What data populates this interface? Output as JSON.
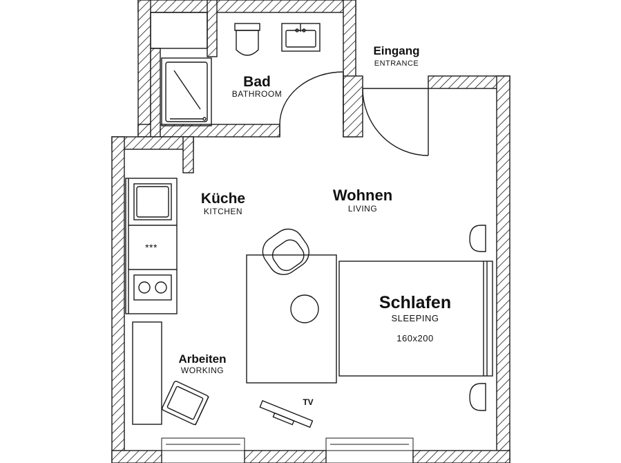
{
  "rooms": {
    "bathroom": {
      "title": "Bad",
      "subtitle": "BATHROOM"
    },
    "entrance": {
      "title": "Eingang",
      "subtitle": "ENTRANCE"
    },
    "kitchen": {
      "title": "Küche",
      "subtitle": "KITCHEN"
    },
    "living": {
      "title": "Wohnen",
      "subtitle": "LIVING"
    },
    "sleeping": {
      "title": "Schlafen",
      "subtitle": "SLEEPING",
      "bed_size": "160x200"
    },
    "working": {
      "title": "Arbeiten",
      "subtitle": "WORKING"
    }
  },
  "fixtures": {
    "stove_label": "***",
    "tv_label": "TV"
  },
  "colors": {
    "ink": "#1a1a1a",
    "background": "#ffffff"
  }
}
